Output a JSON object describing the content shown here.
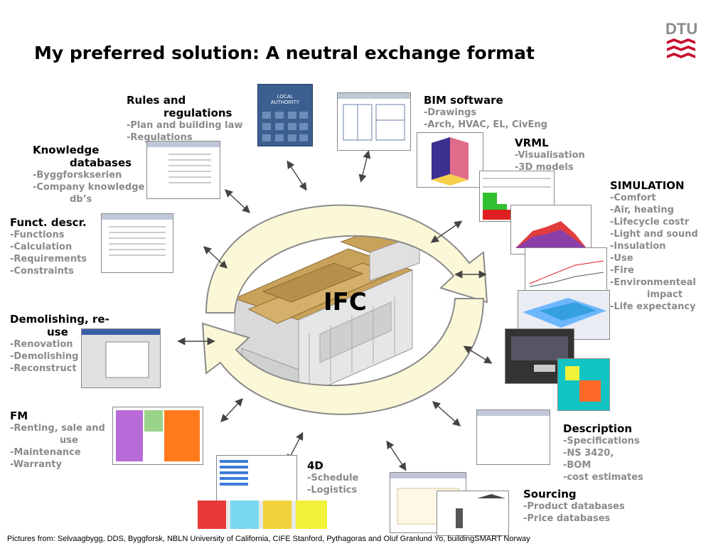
{
  "title": "My preferred solution: A neutral exchange format",
  "logo": {
    "text": "DTU"
  },
  "center_label": "IFC",
  "local_authority": {
    "line1": "LOCAL",
    "line2": "AUTHORITY"
  },
  "credits": "Pictures from: Selvaagbygg, DDS, Byggforsk, NBLN University of California, CIFE Stanford, Pythagoras and Oluf Granlund Yo, buildingSMART Norway",
  "rules": {
    "title1": "Rules and",
    "title2": "regulations",
    "items": [
      "-Plan and building law",
      "-Regulations"
    ]
  },
  "bim": {
    "title": "BIM software",
    "items": [
      "-Drawings",
      "-Arch, HVAC, EL, CivEng"
    ]
  },
  "vrml": {
    "title": "VRML",
    "items": [
      "-Visualisation",
      "-3D models"
    ]
  },
  "knowledge": {
    "title1": "Knowledge",
    "title2": "databases",
    "items": [
      "-Byggforskserien",
      "-Company knowledge",
      "db’s"
    ]
  },
  "funct": {
    "title": "Funct. descr.",
    "items": [
      "-Functions",
      "-Calculation",
      "-Requirements",
      "-Constraints"
    ]
  },
  "simulation": {
    "title": "SIMULATION",
    "items": [
      "-Comfort",
      "-Air, heating",
      "-Lifecycle costr",
      "-Light and sound",
      "-Insulation",
      "-Use",
      "-Fire",
      "-Environmenteal",
      "impact",
      "-Life expectancy"
    ]
  },
  "demolishing": {
    "title1": "Demolishing, re-",
    "title2": "use",
    "items": [
      "-Renovation",
      "-Demolishing",
      "-Reconstruct"
    ]
  },
  "fm": {
    "title": "FM",
    "items": [
      "-Renting, sale and",
      "use",
      "-Maintenance",
      "-Warranty"
    ]
  },
  "fourd": {
    "title": "4D",
    "items": [
      "-Schedule",
      "-Logistics"
    ]
  },
  "description": {
    "title": "Description",
    "items": [
      "-Specifications",
      "-NS 3420,",
      "-BOM",
      "-cost estimates"
    ]
  },
  "sourcing": {
    "title": "Sourcing",
    "items": [
      "-Product databases",
      "-Price databases"
    ]
  },
  "colors": {
    "arrow_fill": "#fbf8d8",
    "arrow_stroke": "#8a8a8a",
    "text_gray": "#8a8a8a",
    "dtu_red": "#c8102e"
  }
}
